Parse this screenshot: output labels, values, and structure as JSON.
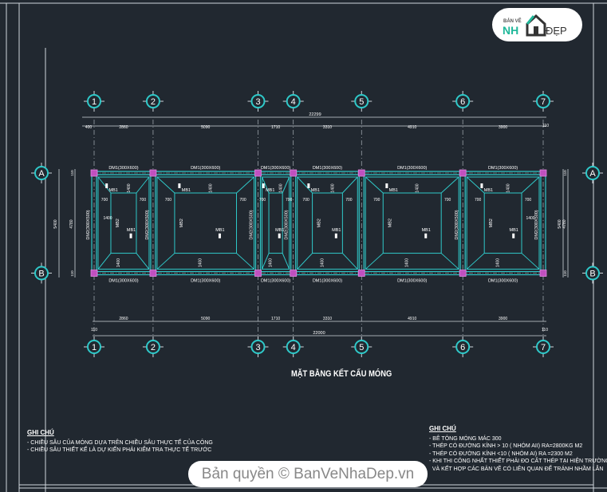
{
  "drawing_title": "MẶT BẰNG KẾT CẤU MÓNG",
  "logo": {
    "small": "BẢN VẼ",
    "main": "NH",
    "suffix": "ĐẸP"
  },
  "watermark": "Bản quyền © BanVeNhaDep.vn",
  "grid": {
    "columns": [
      "1",
      "2",
      "3",
      "4",
      "5",
      "6",
      "7"
    ],
    "rows": [
      "A",
      "B"
    ],
    "spans_mm": [
      2860,
      5090,
      1710,
      3310,
      4910,
      3900
    ],
    "row_span_mm": 4780
  },
  "dims": {
    "top_total": "22299",
    "top_left_offset": "400",
    "top_right_offset": "110",
    "bottom_total": "22000",
    "bottom_left_offset": "110",
    "bottom_right_offset": "110",
    "span_labels": [
      "2860",
      "5090",
      "1710",
      "3310",
      "4910",
      "3900"
    ],
    "side_total": "5400",
    "side_inner": "4780",
    "side_offset": "110"
  },
  "beams": {
    "horizontal": "DM1(300X600)",
    "vertical": "DM2(300X500)"
  },
  "labels": {
    "slab1": "MB1",
    "slab2": "MB2",
    "d1400": "1400",
    "d700": "700"
  },
  "colors": {
    "bg": "#212830",
    "cyan": "#2fc9c9",
    "column": "#c050c0",
    "line": "#cfd6dc"
  },
  "notes_left": {
    "heading": "GHI CHÚ",
    "items": [
      "- CHIỀU SÂU CỦA MÓNG DỰA TRÊN CHIỀU SÂU THỰC TẾ CỦA CÔNG",
      "- CHIỀU SÂU THIẾT KẾ LÀ DỰ KIẾN PHẢI KIỂM TRA THỰC TẾ TRƯỚC"
    ]
  },
  "notes_right": {
    "heading": "GHI CHÚ",
    "items": [
      "- BÊ TÔNG MÓNG MÁC 300",
      "- THÉP CÓ ĐƯỜNG KÍNH > 10 ( NHÓM AII) RA=2800KG M2",
      "- THÉP CÓ ĐƯỜNG KÍNH <10 ( NHÓM AI) RA =2300 M2",
      "- KHI THI CÔNG NHẤT THIẾT PHẢI ĐO CẮT THÉP TẠI HIỆN TRƯỜNG",
      "  VÀ KẾT HỢP CÁC BẢN VẼ CÓ LIÊN QUAN ĐỂ TRÁNH NHẦM LẪN"
    ]
  }
}
